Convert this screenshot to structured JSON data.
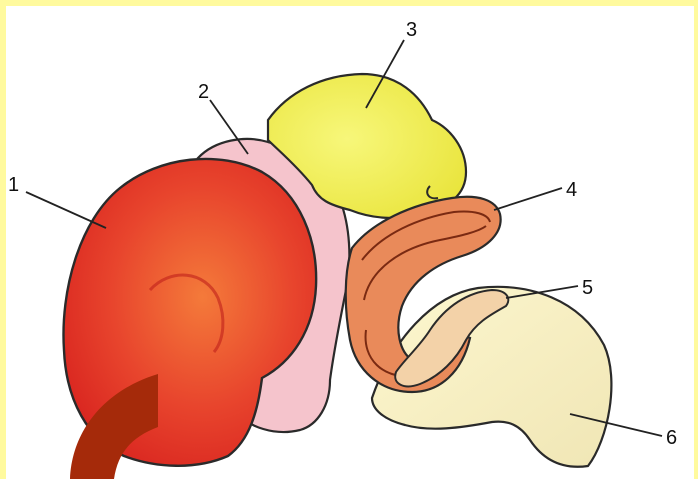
{
  "labels": [
    "1",
    "2",
    "3",
    "4",
    "5",
    "6"
  ],
  "colors": {
    "frame": "#fffa9e",
    "part1": "#e8392b",
    "part2": "#f6c8cf",
    "part3": "#f2f25a",
    "part4": "#e98a5a",
    "part5": "#f3d2a8",
    "part6": "#fbf6d6",
    "corner": "#a52a0a"
  }
}
